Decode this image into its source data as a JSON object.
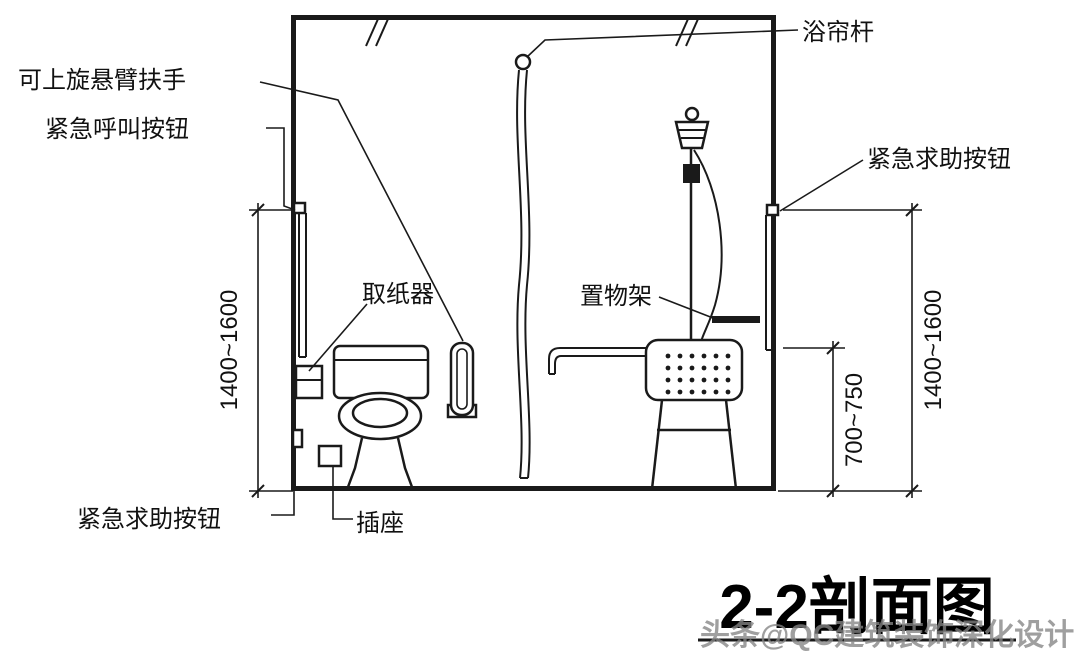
{
  "diagram": {
    "title": "2-2剖面图",
    "watermark": "头条@QC建筑装饰深化设计",
    "labels": {
      "flip_up_arm_grab_bar": "可上旋悬臂扶手",
      "emergency_call_button": "紧急呼叫按钮",
      "paper_dispenser": "取纸器",
      "shower_curtain_rod": "浴帘杆",
      "shelf": "置物架",
      "emergency_help_button_right": "紧急求助按钮",
      "emergency_help_button_left": "紧急求助按钮",
      "socket": "插座"
    },
    "dimensions": {
      "left_button_height": "1400~1600",
      "seat_height": "700~750",
      "right_button_height": "1400~1600"
    }
  }
}
